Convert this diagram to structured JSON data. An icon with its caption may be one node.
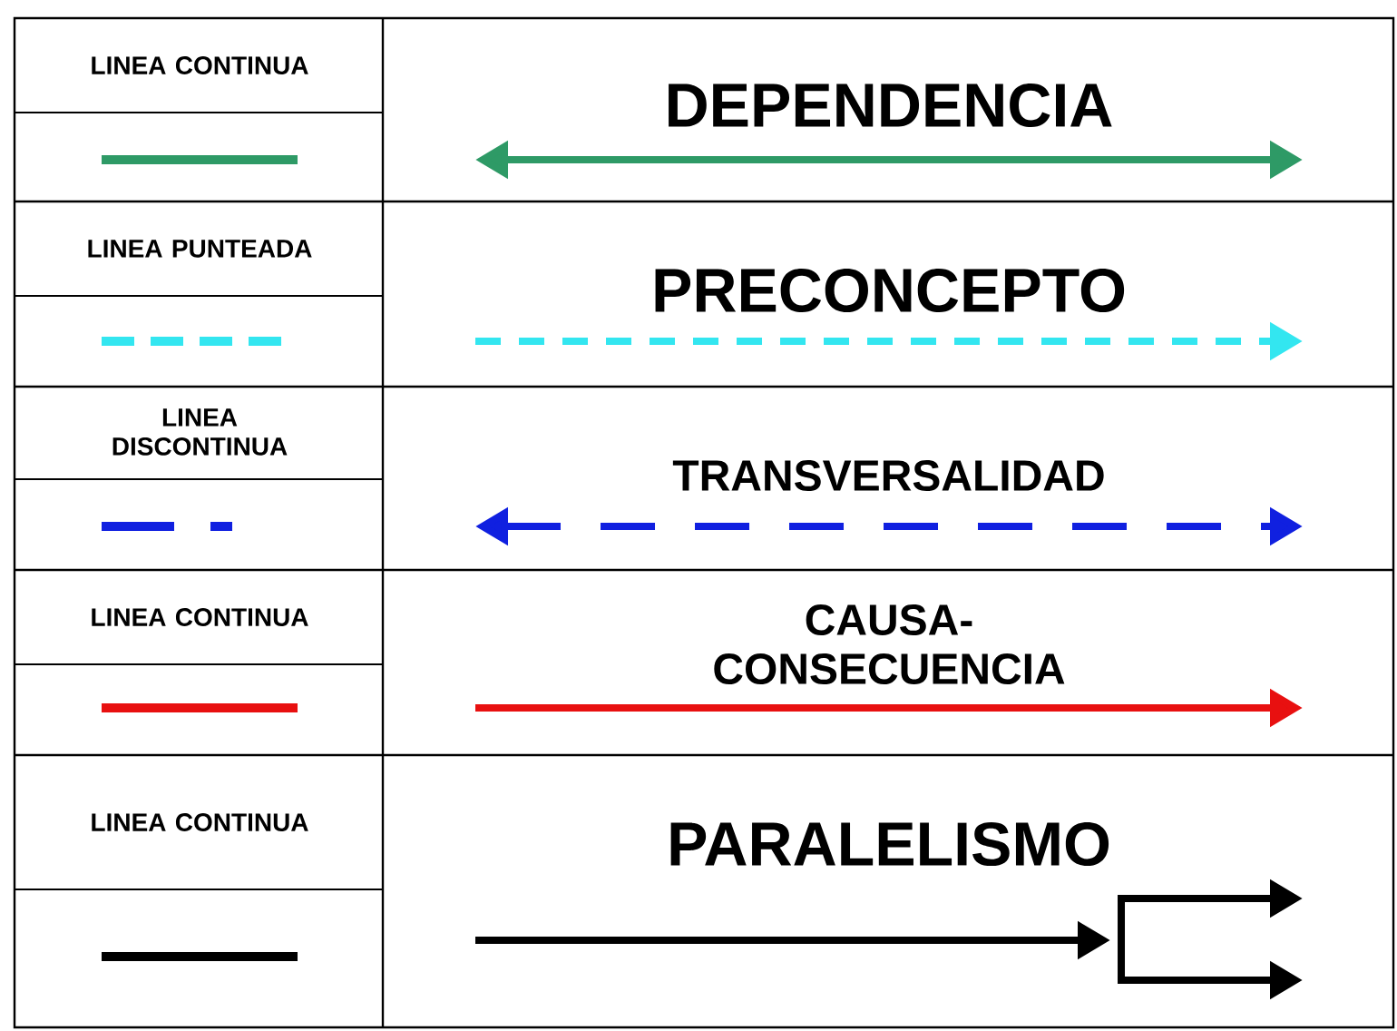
{
  "diagram": {
    "labels": [
      "LINEA CONTINUA",
      "DEPENDENCIA",
      "LINEA PUNTEADA",
      "PRECONCEPTO",
      "LINEA DISCONTINUA",
      "TRANSVERSALIDAD",
      "LINEA CONTINUA",
      "CAUSA- CONSECUENCIA",
      "LINEA CONTINUA",
      "PARALELISMO"
    ]
  }
}
